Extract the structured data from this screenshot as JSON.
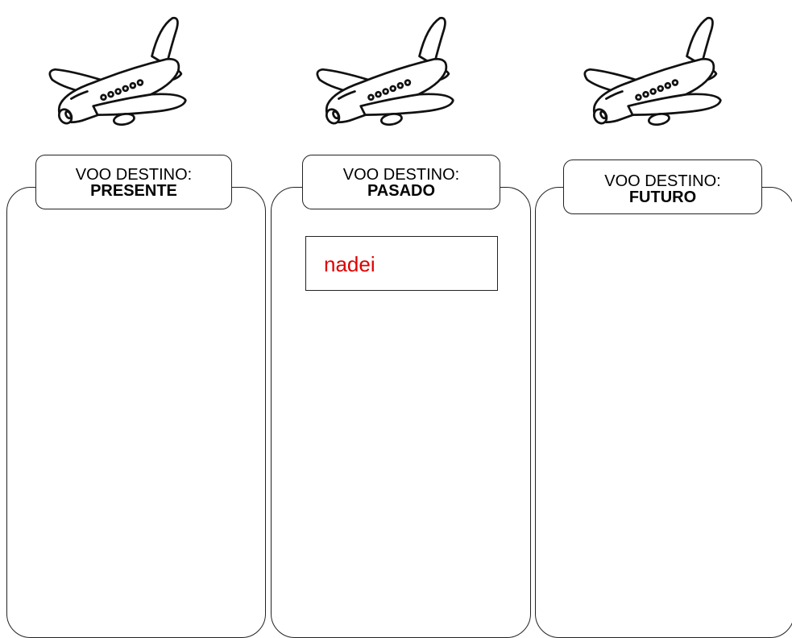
{
  "columns": [
    {
      "label_line1": "VOO DESTINO:",
      "label_line2": "PRESENTE"
    },
    {
      "label_line1": "VOO DESTINO:",
      "label_line2": "PASADO"
    },
    {
      "label_line1": "VOO DESTINO:",
      "label_line2": "FUTURO"
    }
  ],
  "answers": {
    "pasado_card": "nadei"
  },
  "icons": {
    "plane": "airplane-icon"
  },
  "colors": {
    "answer_text": "#e00000",
    "border": "#222222"
  }
}
